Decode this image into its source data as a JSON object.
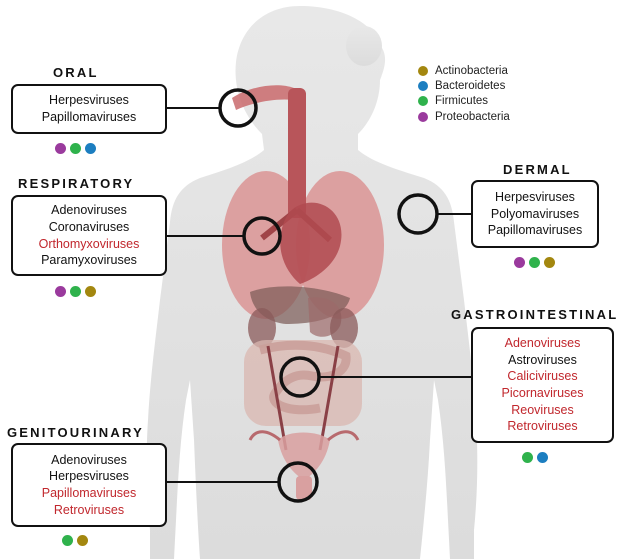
{
  "colors": {
    "actinobacteria": "#a3870f",
    "bacteroidetes": "#1c7ec0",
    "firmicutes": "#2fb24c",
    "proteobacteria": "#9a3a9d",
    "highlight_text": "#c1272d",
    "silhouette": "#e3e3e3"
  },
  "legend": [
    {
      "label": "Actinobacteria",
      "color": "#a3870f"
    },
    {
      "label": "Bacteroidetes",
      "color": "#1c7ec0"
    },
    {
      "label": "Firmicutes",
      "color": "#2fb24c"
    },
    {
      "label": "Proteobacteria",
      "color": "#9a3a9d"
    }
  ],
  "sections": {
    "oral": {
      "title": "ORAL",
      "viruses": [
        {
          "name": "Herpesviruses",
          "highlight": false
        },
        {
          "name": "Papillomaviruses",
          "highlight": false
        }
      ],
      "bacteria": [
        "proteobacteria",
        "firmicutes",
        "bacteroidetes"
      ]
    },
    "respiratory": {
      "title": "RESPIRATORY",
      "viruses": [
        {
          "name": "Adenoviruses",
          "highlight": false
        },
        {
          "name": "Coronaviruses",
          "highlight": false
        },
        {
          "name": "Orthomyxoviruses",
          "highlight": true
        },
        {
          "name": "Paramyxoviruses",
          "highlight": false
        }
      ],
      "bacteria": [
        "proteobacteria",
        "firmicutes",
        "actinobacteria"
      ]
    },
    "genitourinary": {
      "title": "GENITOURINARY",
      "viruses": [
        {
          "name": "Adenoviruses",
          "highlight": false
        },
        {
          "name": "Herpesviruses",
          "highlight": false
        },
        {
          "name": "Papillomaviruses",
          "highlight": true
        },
        {
          "name": "Retroviruses",
          "highlight": true
        }
      ],
      "bacteria": [
        "firmicutes",
        "actinobacteria"
      ]
    },
    "dermal": {
      "title": "DERMAL",
      "viruses": [
        {
          "name": "Herpesviruses",
          "highlight": false
        },
        {
          "name": "Polyomaviruses",
          "highlight": false
        },
        {
          "name": "Papillomaviruses",
          "highlight": false
        }
      ],
      "bacteria": [
        "proteobacteria",
        "firmicutes",
        "actinobacteria"
      ]
    },
    "gastrointestinal": {
      "title": "GASTROINTESTINAL",
      "viruses": [
        {
          "name": "Adenoviruses",
          "highlight": true
        },
        {
          "name": "Astroviruses",
          "highlight": false
        },
        {
          "name": "Caliciviruses",
          "highlight": true
        },
        {
          "name": "Picornaviruses",
          "highlight": true
        },
        {
          "name": "Reoviruses",
          "highlight": true
        },
        {
          "name": "Retroviruses",
          "highlight": true
        }
      ],
      "bacteria": [
        "firmicutes",
        "bacteroidetes"
      ]
    }
  }
}
